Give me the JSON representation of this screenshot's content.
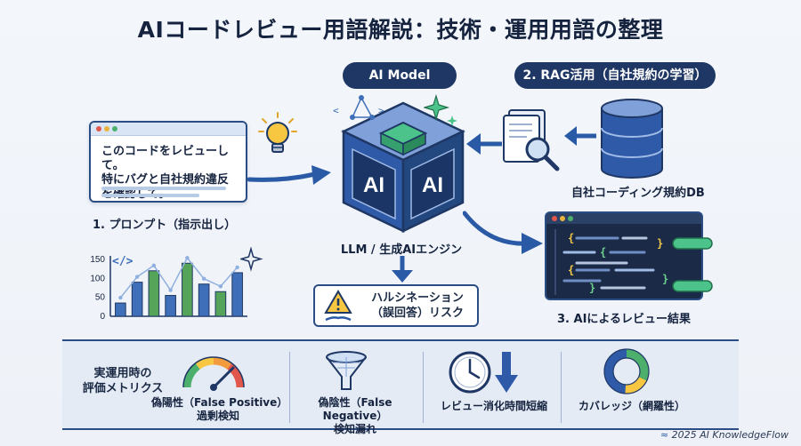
{
  "title": "AIコードレビュー用語解説：技術・運用用語の整理",
  "ai_model_label": "AI Model",
  "rag_label": "2. RAG活用（自社規約の学習）",
  "prompt": {
    "lines": [
      "このコードをレビューして。",
      "特にバグと自社規約違反",
      "を確認して。"
    ],
    "caption": "1. プロンプト（指示出し）"
  },
  "cube": {
    "left_text": "AI",
    "right_text": "AI",
    "caption": "LLM / 生成AIエンジン"
  },
  "db_caption": "自社コーディング規約DB",
  "result_caption": "3. AIによるレビュー結果",
  "hallucination": {
    "line1": "ハルシネーション",
    "line2": "（誤回答）リスク"
  },
  "chart": {
    "y_ticks": [
      "150",
      "100",
      "50",
      "0"
    ]
  },
  "chart_data": {
    "type": "bar",
    "title": "",
    "xlabel": "",
    "ylabel": "",
    "ylim": [
      0,
      150
    ],
    "y_ticks": [
      0,
      50,
      100,
      150
    ],
    "values": [
      35,
      90,
      120,
      55,
      140,
      85,
      65,
      115
    ],
    "bar_colors": [
      "#3e6fb8",
      "#3e6fb8",
      "#56a35a",
      "#3e6fb8",
      "#56a35a",
      "#3e6fb8",
      "#56a35a",
      "#3e6fb8"
    ]
  },
  "metrics": {
    "heading_line1": "実運用時の",
    "heading_line2": "評価メトリクス",
    "items": [
      {
        "line1": "偽陽性（False Positive）",
        "line2": "過剰検知"
      },
      {
        "line1": "偽陰性（False Negative）",
        "line2": "検知漏れ"
      },
      {
        "line1": "レビュー消化時間短縮",
        "line2": ""
      },
      {
        "line1": "カバレッジ（網羅性）",
        "line2": ""
      }
    ]
  },
  "footer": "2025 AI KnowledgeFlow",
  "colors": {
    "navy": "#1f3764",
    "blue": "#3e6fb8",
    "green": "#56a35a",
    "accent_green": "#4cc38a"
  }
}
